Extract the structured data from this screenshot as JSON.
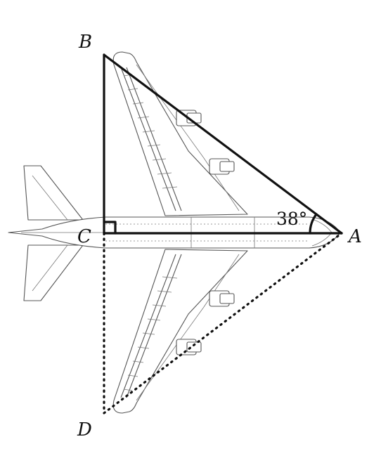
{
  "points": {
    "A": "A",
    "B": "B",
    "C": "C",
    "D": "D"
  },
  "angle_at_A": "38°",
  "colors": {
    "triangle": "#111111",
    "airplane": "#555555",
    "background": "#ffffff"
  },
  "segments": {
    "solid": [
      "BC",
      "CA",
      "AB"
    ],
    "dotted": [
      "CD",
      "DA"
    ]
  },
  "right_angle_at": "C"
}
